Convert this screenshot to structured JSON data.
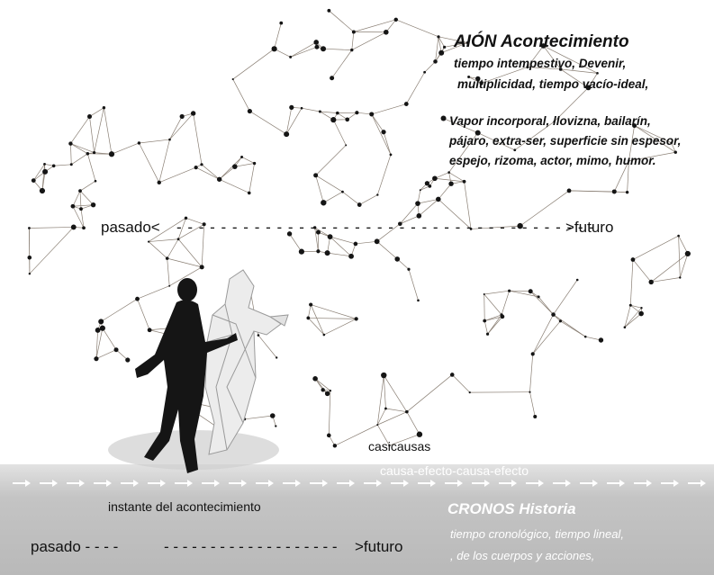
{
  "aion": {
    "title": "AIÓN Acontecimiento",
    "line1": "tiempo intempestivo, Devenir,",
    "line2": "multiplicidad, tiempo vacío-ideal,",
    "line3": "Vapor incorporal, llovizna, bailarín,",
    "line4": "pájaro, extra-ser, superficie sin espesor,",
    "line5": "espejo, rizoma, actor, mimo, humor."
  },
  "upper_timeline": {
    "left": "pasado<",
    "dashes": "- - - - - - - - - - - - - - - - - - - - - - - - - - - - - - - - - - - - - -",
    "right": ">futuro"
  },
  "casicausas": "casicausas",
  "causa_efecto": "causa-efecto-causa-efecto",
  "instante": "instante del acontecimiento",
  "lower_timeline": {
    "left": "pasado - - - -",
    "dashes": "- - - - - - - - - - - - - - - - - - -",
    "right": ">futuro"
  },
  "cronos": {
    "title": "CRONOS  Historia",
    "line1": "tiempo cronológico, tiempo lineal,",
    "line2": ", de los cuerpos y acciones,"
  },
  "colors": {
    "network_line": "#8a7f74",
    "node": "#151515",
    "band": "#c2c2c2",
    "figure": "#151515"
  }
}
